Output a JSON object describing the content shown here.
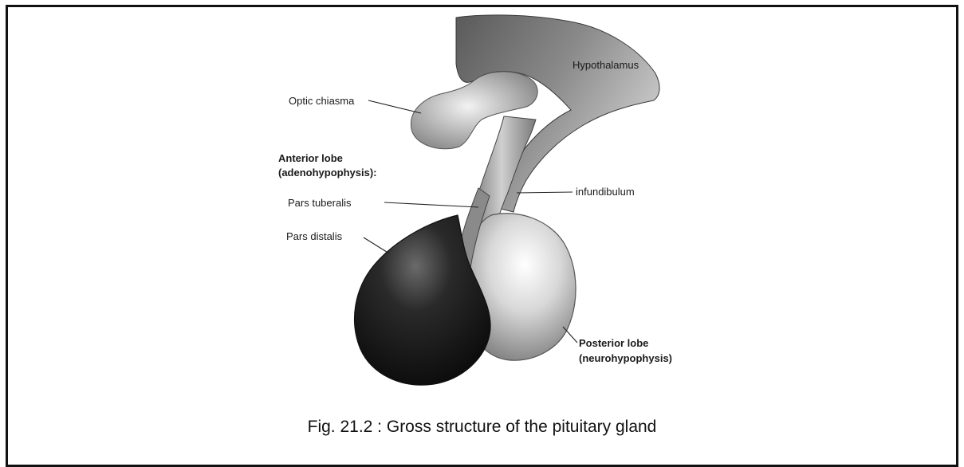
{
  "figure": {
    "caption_number": "Fig. 21.2 :",
    "caption_text": "Gross structure of the pituitary gland"
  },
  "labels": {
    "hypothalamus": "Hypothalamus",
    "optic_chiasma": "Optic chiasma",
    "anterior_lobe_line1": "Anterior lobe",
    "anterior_lobe_line2": "(adenohypophysis):",
    "pars_tuberalis": "Pars tuberalis",
    "pars_distalis": "Pars distalis",
    "infundibulum": "infundibulum",
    "posterior_lobe_line1": "Posterior lobe",
    "posterior_lobe_line2": "(neurohypophysis)"
  },
  "colors": {
    "anterior_lobe_fill": "#1c1c1c",
    "posterior_lobe_fill": "#cfcfcf",
    "hypothalamus_fill": "#7a7a7a"
  }
}
